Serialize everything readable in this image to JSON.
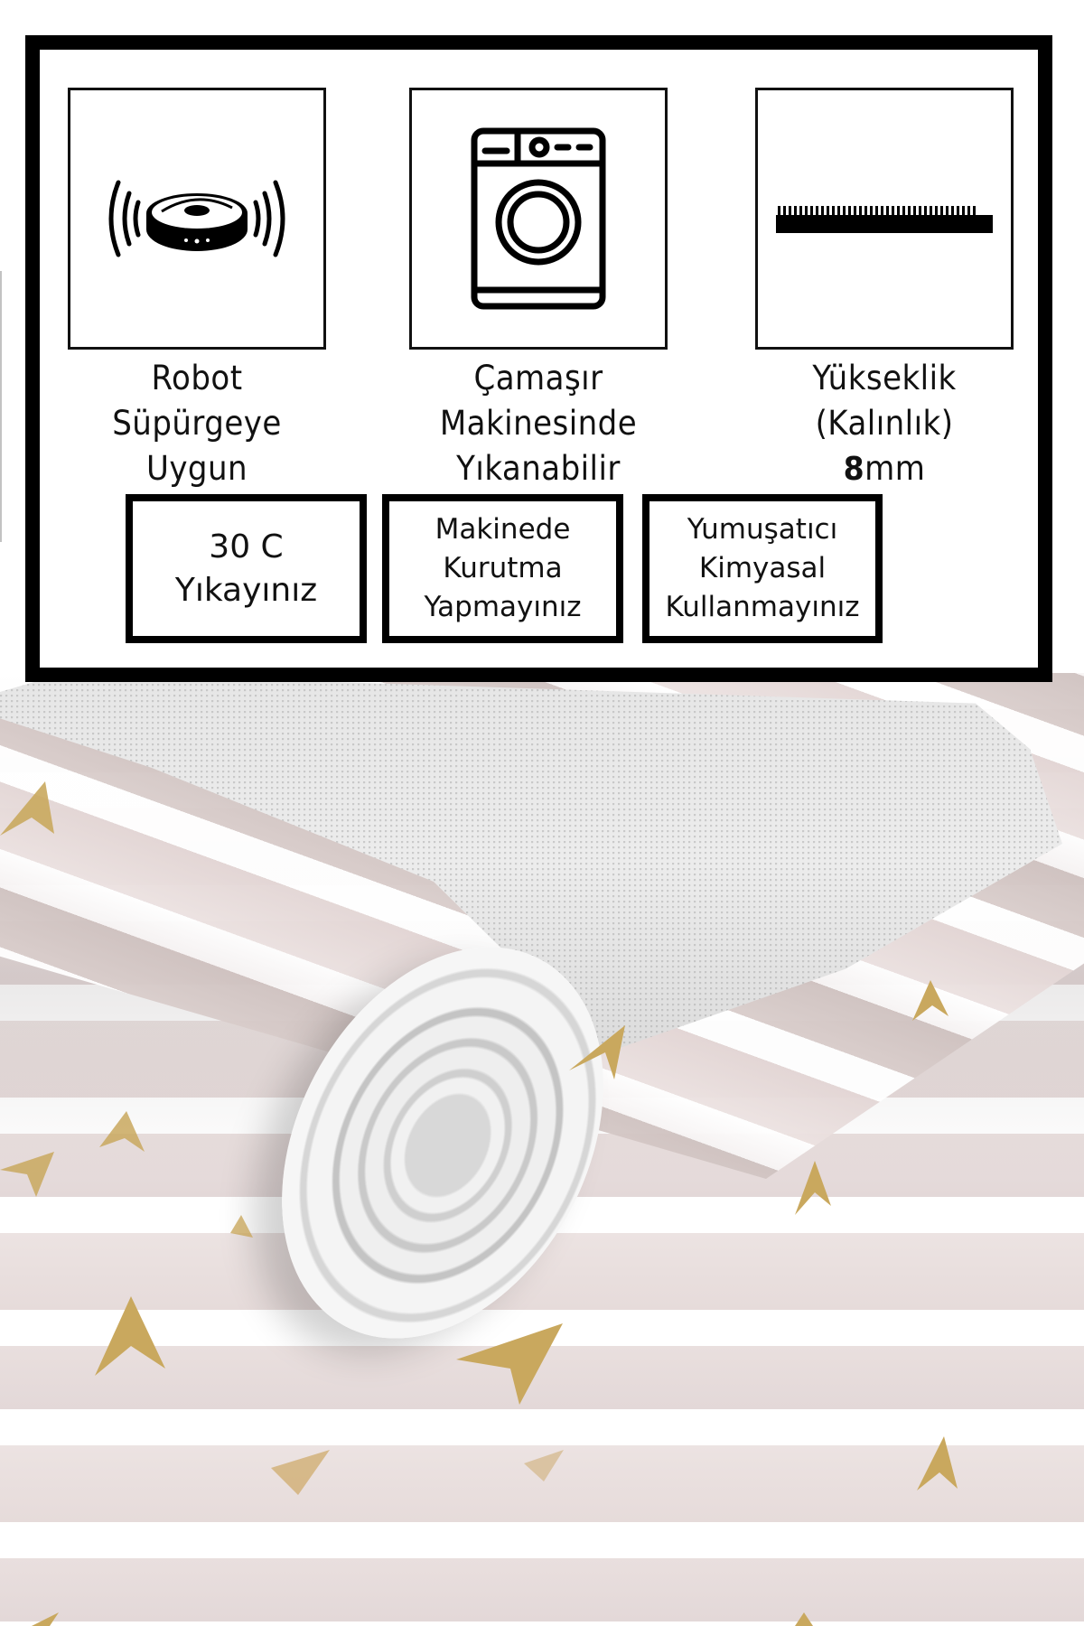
{
  "care_panel": {
    "icons": [
      {
        "icon": "robot-vacuum-icon",
        "label_lines": [
          "Robot",
          "Süpürgeye",
          "Uygun"
        ]
      },
      {
        "icon": "washing-machine-icon",
        "label_lines": [
          "Çamaşır",
          "Makinesinde",
          "Yıkanabilir"
        ]
      },
      {
        "icon": "pile-height-icon",
        "label_lines": [
          "Yükseklik",
          "(Kalınlık)"
        ],
        "thickness_value": "8",
        "thickness_unit": "mm"
      }
    ],
    "instructions": [
      {
        "lines": [
          "30 C",
          "Yıkayınız"
        ]
      },
      {
        "lines": [
          "Makinede",
          "Kurutma",
          "Yapmayınız"
        ]
      },
      {
        "lines": [
          "Yumuşatıcı",
          "Kimyasal",
          "Kullanmayınız"
        ]
      }
    ]
  },
  "product_photo": {
    "subject": "rolled striped rug",
    "colors": {
      "stripe_pink": "#e3d8d8",
      "stripe_white": "#ffffff",
      "arrow_gold": "#c9a85e",
      "backing_gray": "#e6e6e6"
    }
  }
}
